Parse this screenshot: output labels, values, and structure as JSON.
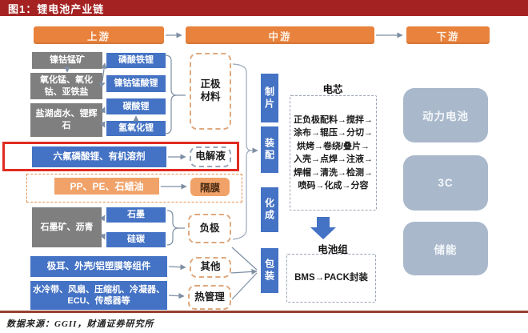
{
  "title": "图1：锂电池产业链",
  "stages": {
    "upstream": "上游",
    "midstream": "中游",
    "downstream": "下游"
  },
  "upstream": {
    "ores": [
      "镍钴锰矿",
      "氧化锰、氧化钴、亚铁盐",
      "盐湖卤水、锂辉石",
      "石墨矿、沥青"
    ],
    "cathode_salts": [
      "磷酸铁锂",
      "镍钴锰酸锂",
      "碳酸锂",
      "氢氧化锂"
    ],
    "anode_mats": [
      "石墨",
      "硅碳"
    ],
    "electrolyte_raw": "六氟磷酸锂、有机溶剂",
    "separator_raw": "PP、PE、石蜡油",
    "other_raw": "极耳、外壳/铝塑膜等组件",
    "thermal_raw": "水冷带、风扇、压缩机、冷凝器、ECU、传感器等"
  },
  "materials": {
    "cathode": "正极材料",
    "electrolyte": "电解液",
    "separator": "隔膜",
    "anode": "负极",
    "other": "其他",
    "thermal": "热管理"
  },
  "midstream": {
    "steps": [
      "制片",
      "装配",
      "化成",
      "包装"
    ],
    "cell_title": "电芯",
    "cell_process": "正负极配料→搅拌→涂布→辊压→分切→烘烤→卷绕/叠片→入壳→点焊→注液→焊帽→清洗→检测→喷码→化成→分容",
    "pack_title": "电池组",
    "pack_process": "BMS→PACK封装"
  },
  "downstream": {
    "apps": [
      "动力电池",
      "3C",
      "储能"
    ]
  },
  "source": "数据来源：GGII，财通证券研究所",
  "colors": {
    "banner": "#A42222",
    "stage_bar": "#E8823C",
    "blue_box": "#4472C4",
    "gray_box": "#7F7F7F",
    "orange_box": "#F0A269",
    "app_box": "#A9B8CB",
    "highlight_red": "#E02B20",
    "connector": "#7D8EA3"
  }
}
